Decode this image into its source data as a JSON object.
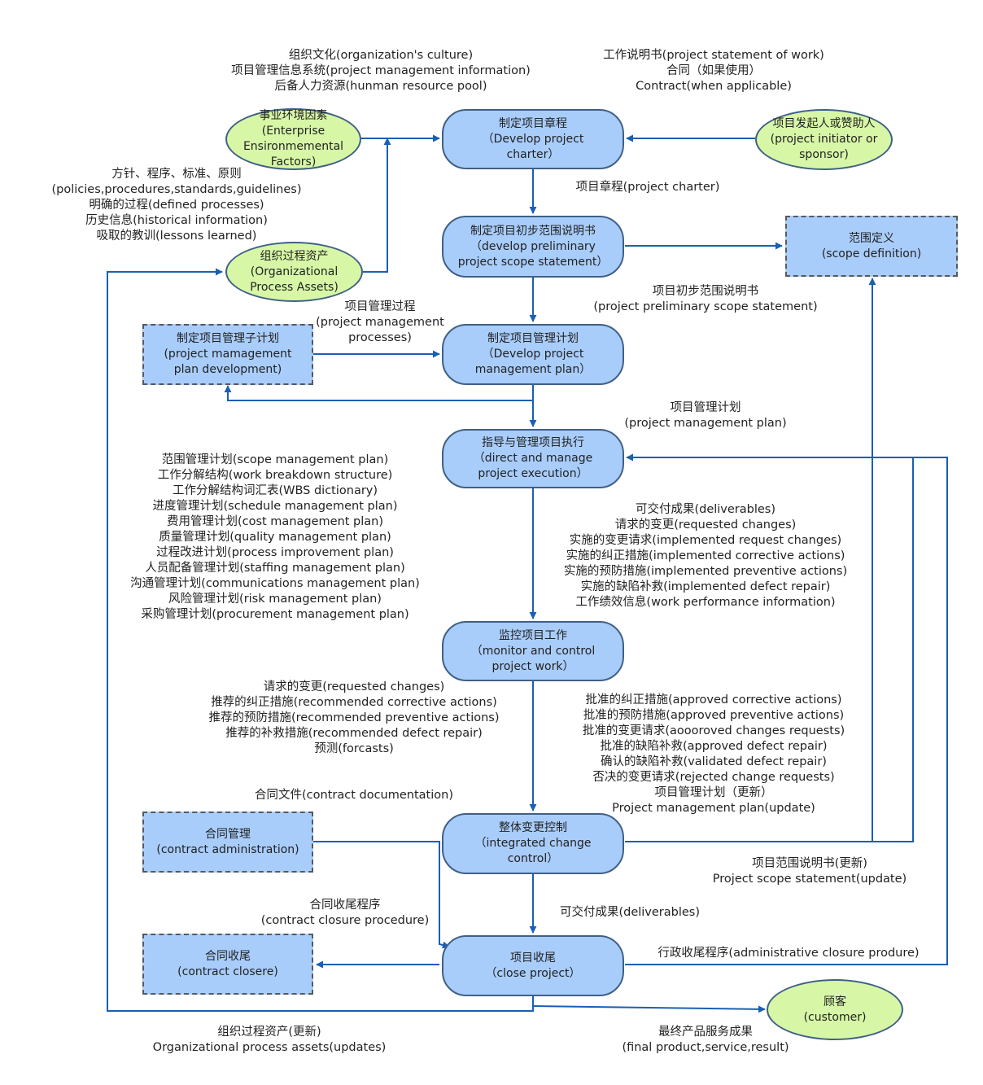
{
  "nodes": {
    "develop_charter": [
      "制定项目章程",
      "（Develop project",
      "charter）"
    ],
    "preliminary_scope": [
      "制定项目初步范围说明书",
      "（develop preliminary",
      "project scope statement）"
    ],
    "pm_plan": [
      "制定项目管理计划",
      "（Develop project",
      "management plan）"
    ],
    "direct_manage": [
      "指导与管理项目执行",
      "（direct and manage",
      "project execution）"
    ],
    "monitor_control": [
      "监控项目工作",
      "（monitor and control",
      "project work）"
    ],
    "integrated_change": [
      "整体变更控制",
      "（integrated change",
      "control）"
    ],
    "close_project": [
      "项目收尾",
      "（close project）"
    ],
    "scope_definition": [
      "范围定义",
      "(scope definition)"
    ],
    "subplan": [
      "制定项目管理子计划",
      "(project mamagement",
      "plan development)"
    ],
    "contract_admin": [
      "合同管理",
      "(contract administration)"
    ],
    "contract_closure": [
      "合同收尾",
      "(contract closere)"
    ],
    "enterprise": [
      "事业环境因素",
      "(Enterprise",
      "Ensironmemental",
      "Factors)"
    ],
    "org_assets": [
      "组织过程资产",
      "(Organizational",
      "Process Assets)"
    ],
    "sponsor": [
      "项目发起人或赞助人",
      "(project initiator or",
      "sponsor)"
    ],
    "customer": [
      "顾客",
      "(customer)"
    ]
  },
  "labels": {
    "culture": [
      "组织文化(organization's culture)",
      "项目管理信息系统(project management information)",
      "后备人力资源(hunman resource pool)"
    ],
    "sow": [
      "工作说明书(project statement of work)",
      "合同（如果使用）",
      "Contract(when applicable)"
    ],
    "policies": [
      "方针、程序、标准、原则",
      "(policies,procedures,standards,guidelines)",
      "明确的过程(defined processes)",
      "历史信息(historical information)",
      "吸取的教训(lessons learned)"
    ],
    "charter": [
      "项目章程(project charter)"
    ],
    "prelim_scope": [
      "项目初步范围说明书",
      "(project preliminary scope statement)"
    ],
    "pm_processes": [
      "项目管理过程",
      "(project management",
      "processes)"
    ],
    "pm_plan": [
      "项目管理计划",
      "(project management plan)"
    ],
    "subplans": [
      "范围管理计划(scope management plan)",
      "工作分解结构(work breakdown structure)",
      "工作分解结构词汇表(WBS dictionary)",
      "进度管理计划(schedule management plan)",
      "费用管理计划(cost management plan)",
      "质量管理计划(quality management plan)",
      "过程改进计划(process improvement plan)",
      "人员配备管理计划(staffing management plan)",
      "沟通管理计划(communications management plan)",
      "风险管理计划(risk management plan)",
      "采购管理计划(procurement management plan)"
    ],
    "deliverables_out": [
      "可交付成果(deliverables)",
      "请求的变更(requested changes)",
      "实施的变更请求(implemented request changes)",
      "实施的纠正措施(implemented corrective actions)",
      "实施的预防措施(implemented preventive actions)",
      "实施的缺陷补救(implemented defect repair)",
      "工作绩效信息(work performance information)"
    ],
    "recommended": [
      "请求的变更(requested changes)",
      "推荐的纠正措施(recommended corrective actions)",
      "推荐的预防措施(recommended preventive actions)",
      "推荐的补救措施(recommended defect repair)",
      "预测(forcasts)"
    ],
    "approved": [
      "批准的纠正措施(approved corrective actions)",
      "批准的预防措施(approved preventive actions)",
      "批准的变更请求(aoooroved changes requests)",
      "批准的缺陷补救(approved defect repair)",
      "确认的缺陷补救(validated defect repair)",
      "否决的变更请求(rejected change requests)",
      "项目管理计划（更新）",
      "Project management plan(update)"
    ],
    "contract_doc": [
      "合同文件(contract documentation)"
    ],
    "scope_update": [
      "项目范围说明书(更新)",
      "Project scope statement(update)"
    ],
    "closure_proc": [
      "合同收尾程序",
      "(contract closure procedure)"
    ],
    "deliverables": [
      "可交付成果(deliverables)"
    ],
    "admin_closure": [
      "行政收尾程序(administrative closure produre)"
    ],
    "opa_update": [
      "组织过程资产(更新)",
      "Organizational process assets(updates)"
    ],
    "final_product": [
      "最终产品服务成果",
      "(final product,service,result)"
    ]
  },
  "colors": {
    "process_fill": "#a9cdfb",
    "process_border": "#3f6086",
    "input_fill": "#d7f7a7",
    "connector": "#1a5fb4",
    "dashed_border": "#55595e"
  }
}
